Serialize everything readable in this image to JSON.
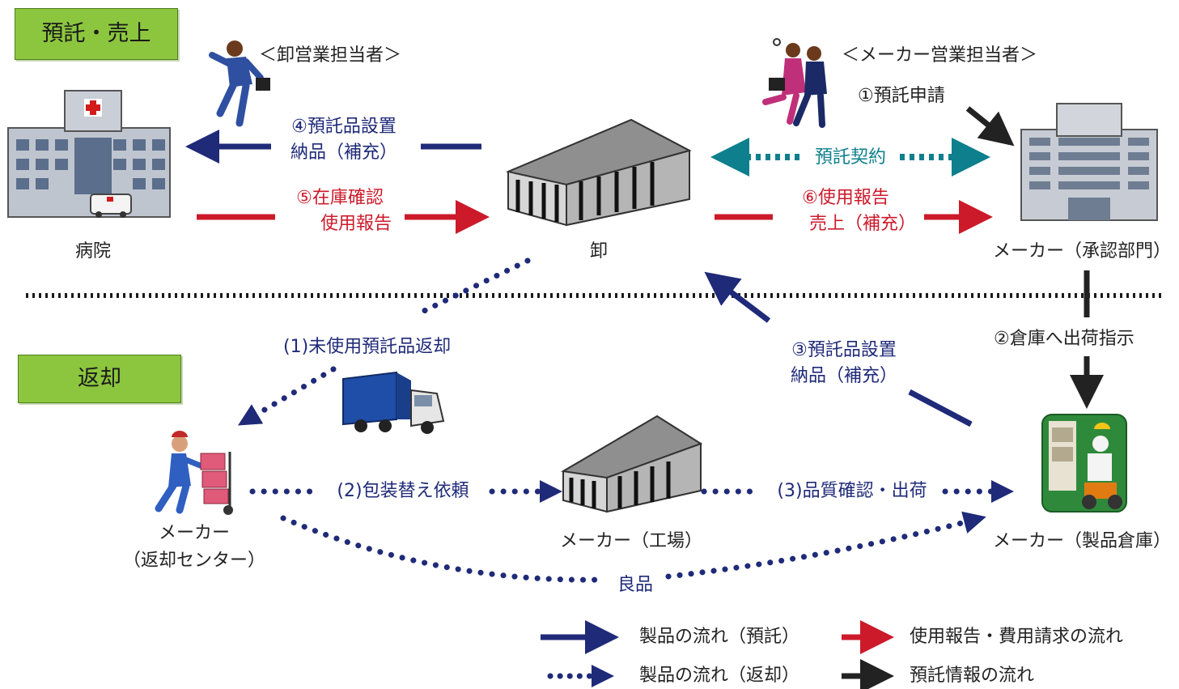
{
  "sections": {
    "top": "預託・売上",
    "bottom": "返却"
  },
  "persons": {
    "wholesale_rep": "＜卸営業担当者＞",
    "maker_rep": "＜メーカー営業担当者＞"
  },
  "nodes": {
    "hospital": "病院",
    "wholesaler": "卸",
    "maker_approval": "メーカー（承認部門）",
    "maker_return_center_line1": "メーカー",
    "maker_return_center_line2": "（返却センター）",
    "maker_factory": "メーカー（工場）",
    "maker_warehouse": "メーカー（製品倉庫）"
  },
  "flows": {
    "step1": "①預託申請",
    "step2": "②倉庫へ出荷指示",
    "step3_line1": "③預託品設置",
    "step3_line2": "納品（補充）",
    "step4_line1": "④預託品設置",
    "step4_line2": "納品（補充）",
    "step5_line1": "⑤在庫確認",
    "step5_line2": "使用報告",
    "step6_line1": "⑥使用報告",
    "step6_line2": "売上（補充）",
    "contract": "預託契約",
    "return1": "(1)未使用預託品返却",
    "return2": "(2)包装替え依頼",
    "return3": "(3)品質確認・出荷",
    "good_product": "良品"
  },
  "legend": {
    "product_flow_consign": "製品の流れ（預託）",
    "product_flow_return": "製品の流れ（返却）",
    "usage_report_flow": "使用報告・費用請求の流れ",
    "consign_info_flow": "預託情報の流れ"
  },
  "colors": {
    "product_flow": "#1f2a78",
    "usage_report_flow": "#cc1a2a",
    "consign_info_flow": "#222222",
    "contract": "#0e7f8d",
    "section_box": "#8cc63e"
  }
}
